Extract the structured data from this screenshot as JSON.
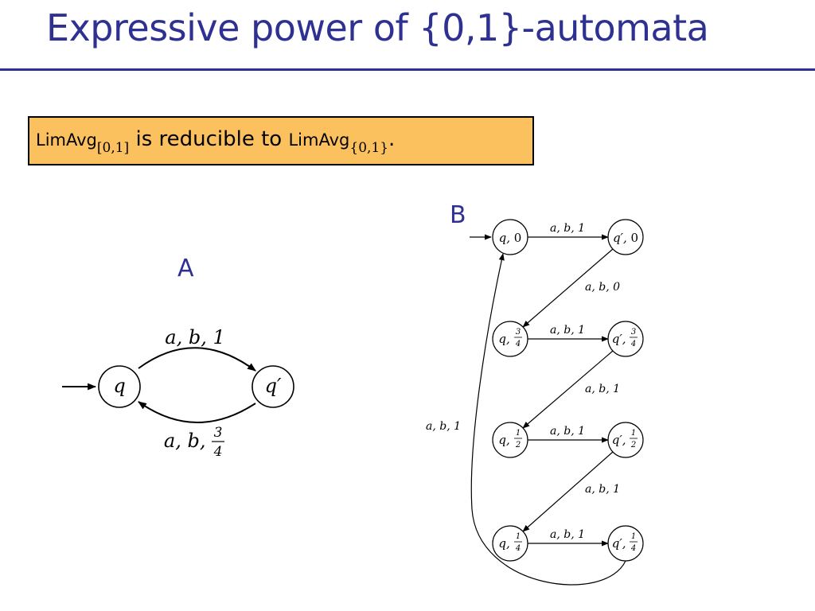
{
  "slide": {
    "title": "Expressive power of {0,1}-automata"
  },
  "callout": {
    "left_function": "LimAvg",
    "left_subscript": "[0,1]",
    "middle_text": " is reducible to ",
    "right_function": "LimAvg",
    "right_subscript": "{0,1}",
    "end_punct": "."
  },
  "diagram_a": {
    "label": "A",
    "states": [
      "q",
      "q′"
    ],
    "edges": [
      {
        "from": "q",
        "to": "q′",
        "label": "a, b, 1"
      },
      {
        "from": "q′",
        "to": "q",
        "label_prefix": "a, b, ",
        "label_num": "3",
        "label_den": "4"
      }
    ]
  },
  "diagram_b": {
    "label": "B",
    "rows": [
      {
        "q_prefix": "q, ",
        "q_value": "0",
        "qp_prefix": "q′, ",
        "qp_value": "0",
        "edge": "a, b, 1"
      },
      {
        "q_prefix": "q, ",
        "num": "3",
        "den": "4",
        "qp_prefix": "q′, ",
        "edge": "a, b, 1"
      },
      {
        "q_prefix": "q, ",
        "num": "1",
        "den": "2",
        "qp_prefix": "q′, ",
        "edge": "a, b, 1"
      },
      {
        "q_prefix": "q, ",
        "num": "1",
        "den": "4",
        "qp_prefix": "q′, ",
        "edge": "a, b, 1"
      }
    ],
    "diagonal_labels": [
      "a, b, 0",
      "a, b, 1",
      "a, b, 1"
    ],
    "back_edge_label": "a, b, 1"
  }
}
